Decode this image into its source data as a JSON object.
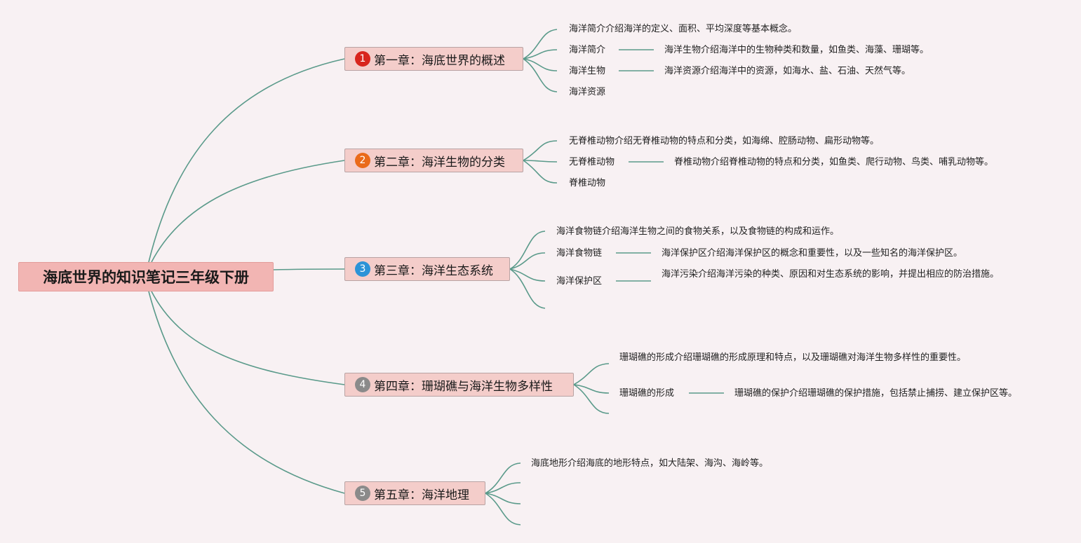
{
  "root": {
    "title": "海底世界的知识笔记三年级下册"
  },
  "colors": {
    "line": "#5a9a8a",
    "badge1": "#d8251d",
    "badge2": "#ea6a1a",
    "badge3": "#2d93d7",
    "badge4": "#8a8a8a",
    "badge5": "#8a8a8a"
  },
  "chapters": [
    {
      "badge": "1",
      "title": "第一章：海底世界的概述",
      "items": [
        "海洋简介介绍海洋的定义、面积、平均深度等基本概念。",
        "海洋简介",
        "海洋生物介绍海洋中的生物种类和数量，如鱼类、海藻、珊瑚等。",
        "海洋生物",
        "海洋资源介绍海洋中的资源，如海水、盐、石油、天然气等。",
        "海洋资源"
      ]
    },
    {
      "badge": "2",
      "title": "第二章：海洋生物的分类",
      "items": [
        "无脊椎动物介绍无脊椎动物的特点和分类，如海绵、腔肠动物、扁形动物等。",
        "无脊椎动物",
        "脊椎动物介绍脊椎动物的特点和分类，如鱼类、爬行动物、鸟类、哺乳动物等。",
        "脊椎动物"
      ]
    },
    {
      "badge": "3",
      "title": "第三章：海洋生态系统",
      "items": [
        "海洋食物链介绍海洋生物之间的食物关系，以及食物链的构成和运作。",
        "海洋食物链",
        "海洋保护区介绍海洋保护区的概念和重要性，以及一些知名的海洋保护区。",
        "海洋保护区",
        "海洋污染介绍海洋污染的种类、原因和对生态系统的影响，并提出相应的防治措施。"
      ]
    },
    {
      "badge": "4",
      "title": "第四章：珊瑚礁与海洋生物多样性",
      "items": [
        "珊瑚礁的形成介绍珊瑚礁的形成原理和特点，以及珊瑚礁对海洋生物多样性的重要性。",
        "珊瑚礁的形成",
        "珊瑚礁的保护介绍珊瑚礁的保护措施，包括禁止捕捞、建立保护区等。"
      ]
    },
    {
      "badge": "5",
      "title": "第五章：海洋地理",
      "items": [
        "海底地形介绍海底的地形特点，如大陆架、海沟、海岭等。"
      ]
    }
  ]
}
